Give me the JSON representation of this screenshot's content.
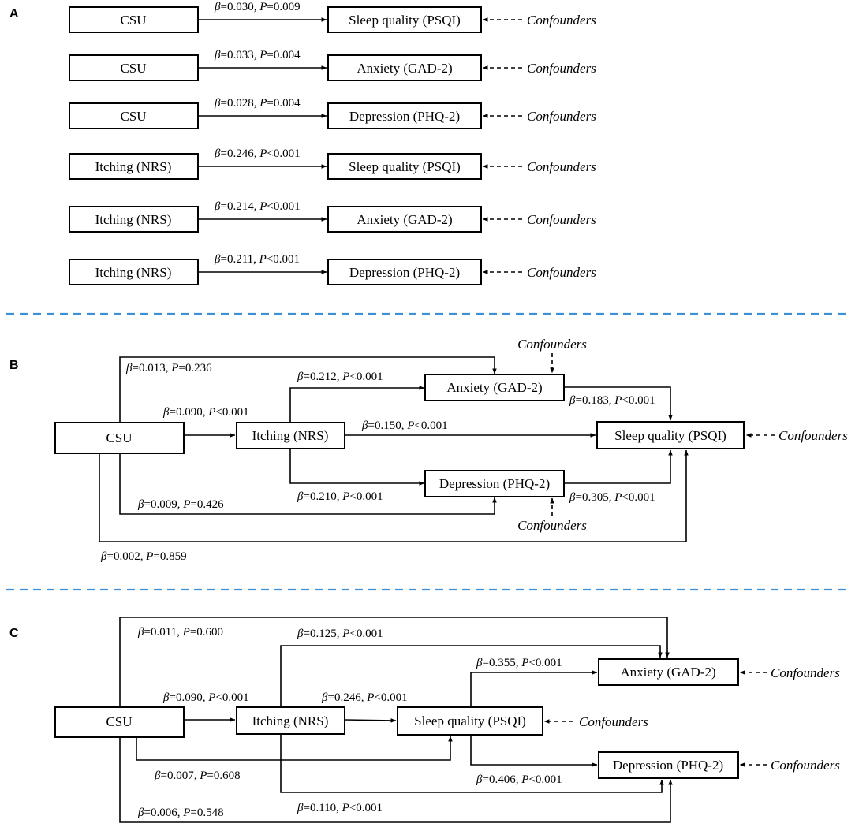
{
  "panels": {
    "a": "A",
    "b": "B",
    "c": "C"
  },
  "confounders": "Confounders",
  "panel_a": {
    "rows": [
      {
        "source": "CSU",
        "target": "Sleep quality (PSQI)",
        "beta": "0.030",
        "p_op": "=",
        "p": "0.009"
      },
      {
        "source": "CSU",
        "target": "Anxiety (GAD-2)",
        "beta": "0.033",
        "p_op": "=",
        "p": "0.004"
      },
      {
        "source": "CSU",
        "target": "Depression (PHQ-2)",
        "beta": "0.028",
        "p_op": "=",
        "p": "0.004"
      },
      {
        "source": "Itching (NRS)",
        "target": "Sleep quality (PSQI)",
        "beta": "0.246",
        "p_op": "<",
        "p": "0.001"
      },
      {
        "source": "Itching (NRS)",
        "target": "Anxiety (GAD-2)",
        "beta": "0.214",
        "p_op": "<",
        "p": "0.001"
      },
      {
        "source": "Itching (NRS)",
        "target": "Depression (PHQ-2)",
        "beta": "0.211",
        "p_op": "<",
        "p": "0.001"
      }
    ]
  },
  "panel_b": {
    "nodes": {
      "csu": "CSU",
      "itching": "Itching (NRS)",
      "anxiety": "Anxiety (GAD-2)",
      "depression": "Depression (PHQ-2)",
      "sleep": "Sleep quality (PSQI)"
    },
    "edges": {
      "csu_anxiety": {
        "beta": "0.013",
        "p_op": "=",
        "p": "0.236"
      },
      "csu_itching": {
        "beta": "0.090",
        "p_op": "<",
        "p": "0.001"
      },
      "itching_anxiety": {
        "beta": "0.212",
        "p_op": "<",
        "p": "0.001"
      },
      "itching_sleep": {
        "beta": "0.150",
        "p_op": "<",
        "p": "0.001"
      },
      "anxiety_sleep": {
        "beta": "0.183",
        "p_op": "<",
        "p": "0.001"
      },
      "itching_depression": {
        "beta": "0.210",
        "p_op": "<",
        "p": "0.001"
      },
      "depression_sleep": {
        "beta": "0.305",
        "p_op": "<",
        "p": "0.001"
      },
      "csu_depression": {
        "beta": "0.009",
        "p_op": "=",
        "p": "0.426"
      },
      "csu_sleep": {
        "beta": "0.002",
        "p_op": "=",
        "p": "0.859"
      }
    }
  },
  "panel_c": {
    "nodes": {
      "csu": "CSU",
      "itching": "Itching (NRS)",
      "sleep": "Sleep quality (PSQI)",
      "anxiety": "Anxiety (GAD-2)",
      "depression": "Depression (PHQ-2)"
    },
    "edges": {
      "csu_anxiety": {
        "beta": "0.011",
        "p_op": "=",
        "p": "0.600"
      },
      "itching_anxiety": {
        "beta": "0.125",
        "p_op": "<",
        "p": "0.001"
      },
      "sleep_anxiety": {
        "beta": "0.355",
        "p_op": "<",
        "p": "0.001"
      },
      "csu_itching": {
        "beta": "0.090",
        "p_op": "<",
        "p": "0.001"
      },
      "itching_sleep": {
        "beta": "0.246",
        "p_op": "<",
        "p": "0.001"
      },
      "csu_sleep": {
        "beta": "0.007",
        "p_op": "=",
        "p": "0.608"
      },
      "sleep_depression": {
        "beta": "0.406",
        "p_op": "<",
        "p": "0.001"
      },
      "itching_depression": {
        "beta": "0.110",
        "p_op": "<",
        "p": "0.001"
      },
      "csu_depression": {
        "beta": "0.006",
        "p_op": "=",
        "p": "0.548"
      }
    }
  }
}
